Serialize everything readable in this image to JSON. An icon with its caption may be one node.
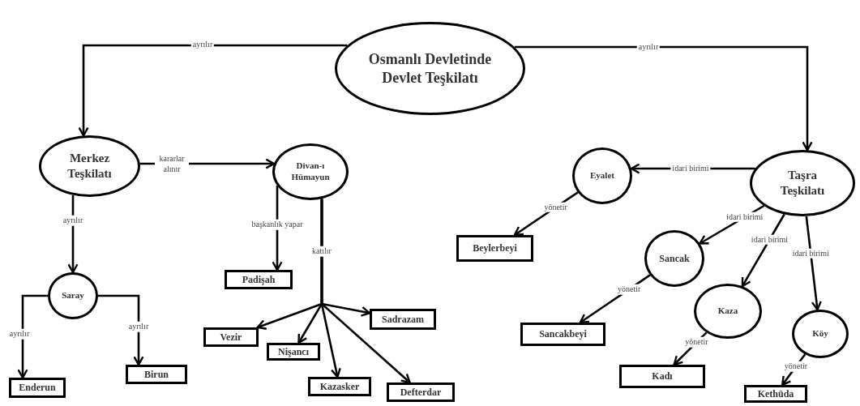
{
  "diagram": {
    "nodes": [
      {
        "text": [
          "Osmanlı Devletinde Devlet Teşkilatı"
        ]
      },
      {
        "text": [
          "Merkez Teşkilatı"
        ]
      },
      {
        "text": [
          "Divan-ı Hümayun"
        ]
      },
      {
        "text": [
          "Saray"
        ]
      },
      {
        "text": [
          "Padişah"
        ]
      },
      {
        "text": [
          "Vezir"
        ]
      },
      {
        "text": [
          "Nişancı"
        ]
      },
      {
        "text": [
          "Sadrazam"
        ]
      },
      {
        "text": [
          "Kazasker"
        ]
      },
      {
        "text": [
          "Defterdar"
        ]
      },
      {
        "text": [
          "Enderun"
        ]
      },
      {
        "text": [
          "Birun"
        ]
      },
      {
        "text": [
          "Taşra Teşkilatı"
        ]
      },
      {
        "text": [
          "Eyalet"
        ]
      },
      {
        "text": [
          "Beylerbeyi"
        ]
      },
      {
        "text": [
          "Sancak"
        ]
      },
      {
        "text": [
          "Sancakbeyi"
        ]
      },
      {
        "text": [
          "Kaza"
        ]
      },
      {
        "text": [
          "Kadı"
        ]
      },
      {
        "text": [
          "Köy"
        ]
      },
      {
        "text": [
          "Kethüda"
        ]
      }
    ],
    "edges": [
      {
        "from": 0,
        "to": 1,
        "arrow": "to",
        "label": "ayrılır"
      },
      {
        "from": 0,
        "to": 12,
        "arrow": "to",
        "label": "ayrılır"
      },
      {
        "from": 1,
        "to": 2,
        "arrow": "to",
        "label": "kararlar alınır"
      },
      {
        "from": 1,
        "to": 3,
        "arrow": "to",
        "label": "ayrılır"
      },
      {
        "from": 2,
        "to": 4,
        "arrow": "to",
        "label": "başkanlık yapar"
      },
      {
        "from": 2,
        "to": 5,
        "arrow": "to",
        "label": "katılır"
      },
      {
        "from": 2,
        "to": 6,
        "arrow": "to"
      },
      {
        "from": 2,
        "to": 7,
        "arrow": "to"
      },
      {
        "from": 2,
        "to": 8,
        "arrow": "to"
      },
      {
        "from": 2,
        "to": 9,
        "arrow": "to"
      },
      {
        "from": 3,
        "to": 10,
        "arrow": "to",
        "label": "ayrılır"
      },
      {
        "from": 3,
        "to": 11,
        "arrow": "to",
        "label": "ayrılır"
      },
      {
        "from": 12,
        "to": 13,
        "arrow": "to",
        "label": "idari birimi"
      },
      {
        "from": 12,
        "to": 15,
        "arrow": "to",
        "label": "idari birimi"
      },
      {
        "from": 12,
        "to": 17,
        "arrow": "to",
        "label": "idari birimi"
      },
      {
        "from": 12,
        "to": 19,
        "arrow": "to",
        "label": "idari birimi"
      },
      {
        "from": 13,
        "to": 14,
        "arrow": "to",
        "label": "yönetir"
      },
      {
        "from": 15,
        "to": 16,
        "arrow": "to",
        "label": "yönetir"
      },
      {
        "from": 17,
        "to": 18,
        "arrow": "to",
        "label": "yönetir"
      },
      {
        "from": 19,
        "to": 20,
        "arrow": "to",
        "label": "yönetir"
      }
    ]
  }
}
